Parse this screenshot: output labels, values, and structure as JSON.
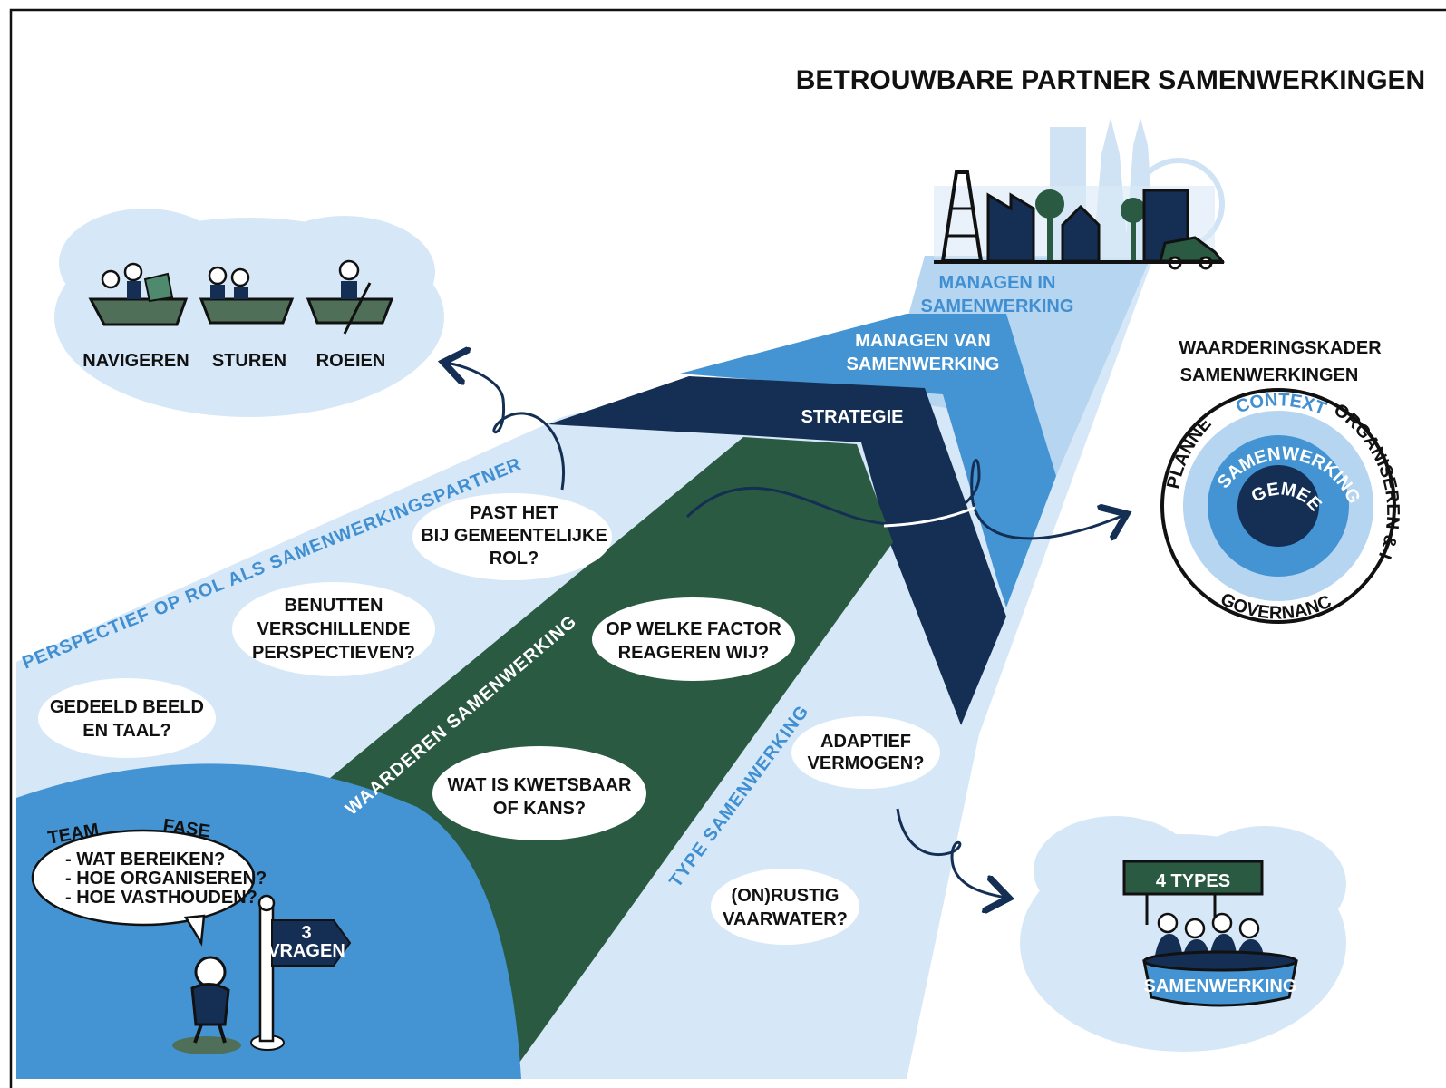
{
  "title": "BETROUWBARE PARTNER SAMENWERKINGEN",
  "boats": {
    "labels": [
      "NAVIGEREN",
      "STUREN",
      "ROEIEN"
    ]
  },
  "layers": {
    "managen_in": [
      "MANAGEN IN",
      "SAMENWERKING"
    ],
    "managen_van": [
      "MANAGEN VAN",
      "SAMENWERKING"
    ],
    "strategie": "STRATEGIE"
  },
  "kader": {
    "title": [
      "WAARDERINGSKADER",
      "SAMENWERKINGEN"
    ],
    "ring_labels": {
      "context": "CONTEXT",
      "plannen": "PLANNEN",
      "organiseren": "ORGANISEREN & IMPLEMENTEREN",
      "governance": "GOVERNANCE & NAVIGEREN",
      "partners": "SAMENWERKING & PARTNERS",
      "gemeente": "GEMEENTE"
    }
  },
  "band_titles": {
    "perspectief": "PERSPECTIEF OP ROL ALS SAMENWERKINGSPARTNER",
    "waarderen": "WAARDEREN SAMENWERKING",
    "type": "TYPE SAMENWERKING"
  },
  "questions": {
    "past_het": [
      "PAST HET",
      "BIJ GEMEENTELIJKE",
      "ROL?"
    ],
    "benutten": [
      "BENUTTEN",
      "VERSCHILLENDE",
      "PERSPECTIEVEN?"
    ],
    "gedeeld": [
      "GEDEELD BEELD",
      "EN TAAL?"
    ],
    "factor": [
      "OP WELKE FACTOR",
      "REAGEREN WIJ?"
    ],
    "kwetsbaar": [
      "WAT IS KWETSBAAR",
      "OF KANS?"
    ],
    "adaptief": [
      "ADAPTIEF",
      "VERMOGEN?"
    ],
    "rustig": [
      "(ON)RUSTIG",
      "VAARWATER?"
    ]
  },
  "start": {
    "team": "TEAM",
    "fase": "FASE",
    "speech": [
      "- WAT BEREIKEN?",
      "- HOE ORGANISEREN?",
      "- HOE VASTHOUDEN?"
    ],
    "sign": [
      "3",
      "VRAGEN"
    ]
  },
  "types": {
    "banner": "4 TYPES",
    "tub": "SAMENWERKING"
  },
  "colors": {
    "light_blue": "#d6e8f7",
    "mid_blue": "#b5d5f0",
    "blue": "#4494d3",
    "navy": "#142e54",
    "green": "#2a5a42",
    "grey_green": "#4f6f58"
  }
}
